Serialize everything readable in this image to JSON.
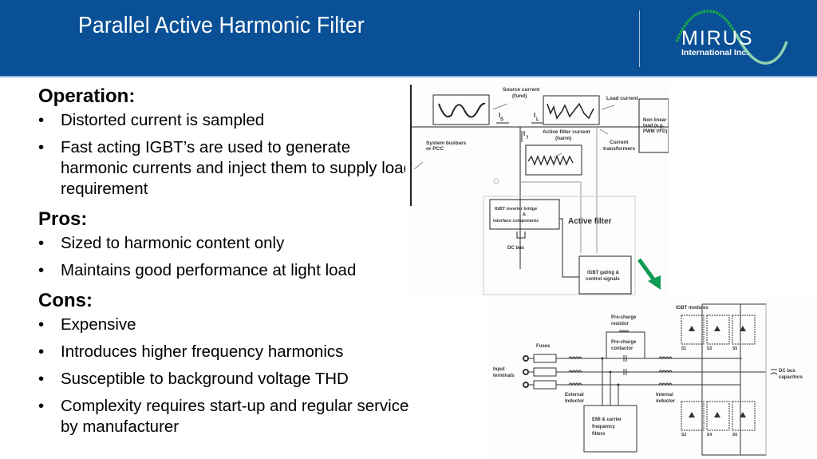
{
  "header": {
    "title": "Parallel Active Harmonic Filter",
    "logo_word": "MIRUS",
    "logo_sub": "International Inc.",
    "bg_color": "#0a5096",
    "logo_wave_colors": [
      "#19a64a",
      "#8fd3b0"
    ]
  },
  "sections": [
    {
      "heading": "Operation:",
      "items": [
        "Distorted current is sampled",
        "Fast acting IGBT’s are used to generate harmonic currents and inject them to supply load requirement"
      ]
    },
    {
      "heading": "Pros:",
      "items": [
        "Sized to harmonic content only",
        "Maintains good performance at light load"
      ]
    },
    {
      "heading": "Cons:",
      "items": [
        "Expensive",
        "Introduces higher frequency harmonics",
        "Susceptible to background voltage THD",
        "Complexity requires start-up and regular service by manufacturer"
      ]
    }
  ],
  "diagram_top": {
    "labels": {
      "source_current": "Source current",
      "source_fund": "(fund)",
      "load_current": "Load current",
      "is": "I",
      "is_sub": "S",
      "il": "I",
      "il_sub": "L",
      "if": "I",
      "if_sub": "f",
      "active_filter_current": "Active filter current",
      "harm": "(harm)",
      "system_busbars": "System busbars",
      "or_pcc": "or PCC",
      "current": "Current",
      "transformers": "transformers",
      "nonlinear_1": "Non linear",
      "nonlinear_2": "load (e.g.",
      "nonlinear_3": "PWM VFD)",
      "igbt_bridge_1": "IGBT inverter bridge",
      "igbt_bridge_2": "&",
      "igbt_bridge_3": "interface components",
      "active_filter": "Active filter",
      "dc_bus": "DC bus",
      "gating_1": "IGBT gating &",
      "gating_2": "control signals"
    }
  },
  "diagram_bottom": {
    "labels": {
      "igbt_modules": "IGBT modules",
      "precharge_res_1": "Pre-charge",
      "precharge_res_2": "resistor",
      "precharge_con_1": "Pre-charge",
      "precharge_con_2": "contactor",
      "fuses": "Fuses",
      "input_1": "Input",
      "input_2": "terminals",
      "ext_ind_1": "External",
      "ext_ind_2": "Inductor",
      "int_ind_1": "Internal",
      "int_ind_2": "inductor",
      "emi_1": "EMI & carrier",
      "emi_2": "frequency",
      "emi_3": "filters",
      "dc_bus_1": "DC bus",
      "dc_bus_2": "capacitors",
      "switches": [
        "S1",
        "S3",
        "S5",
        "S2",
        "S4",
        "S6"
      ]
    }
  },
  "arrow_color": "#0e9a52"
}
